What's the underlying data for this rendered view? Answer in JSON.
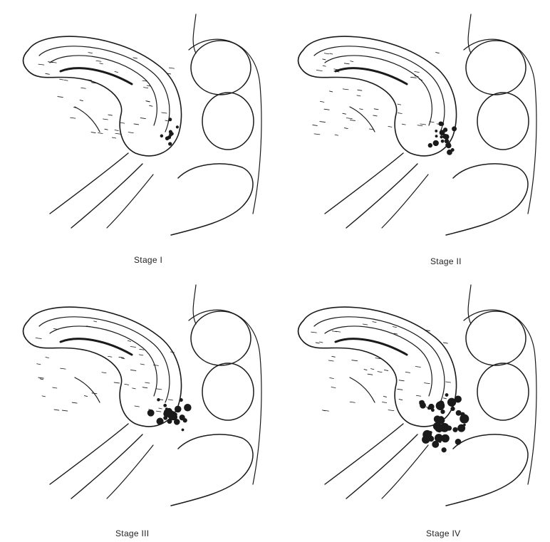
{
  "stages": [
    {
      "label": "Stage I",
      "lesion_level": 1
    },
    {
      "label": "Stage II",
      "lesion_level": 2
    },
    {
      "label": "Stage III",
      "lesion_level": 3
    },
    {
      "label": "Stage IV",
      "lesion_level": 4
    }
  ],
  "colors": {
    "ink": "#1a1a1a",
    "background": "#ffffff"
  }
}
